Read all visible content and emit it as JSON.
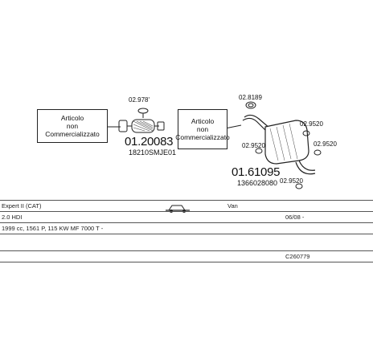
{
  "notes": [
    {
      "lines": [
        "Articolo",
        "non",
        "Commercializzato"
      ]
    },
    {
      "lines": [
        "Articolo",
        "non",
        "Commercializzato"
      ]
    }
  ],
  "parts": {
    "clamp_left": "02.978'",
    "main_left": "01.20083",
    "ref_left": "18210SMJE01",
    "clamp_top": "02.8189",
    "hanger_a": "02.9520",
    "hanger_b": "02.9520",
    "hanger_c": "02.9520",
    "hanger_d": "02.9520",
    "main_right": "01.61095",
    "ref_right": "1366028080"
  },
  "info": {
    "model": "Expert II (CAT)",
    "body_type": "Van",
    "engine": "2.0 HDI",
    "date": "06/08 -",
    "specs": "1999 cc, 1561 P, 115 KW MF 7000 T -",
    "code": "C260779"
  },
  "colors": {
    "line": "#222222",
    "hatch": "#444444"
  }
}
